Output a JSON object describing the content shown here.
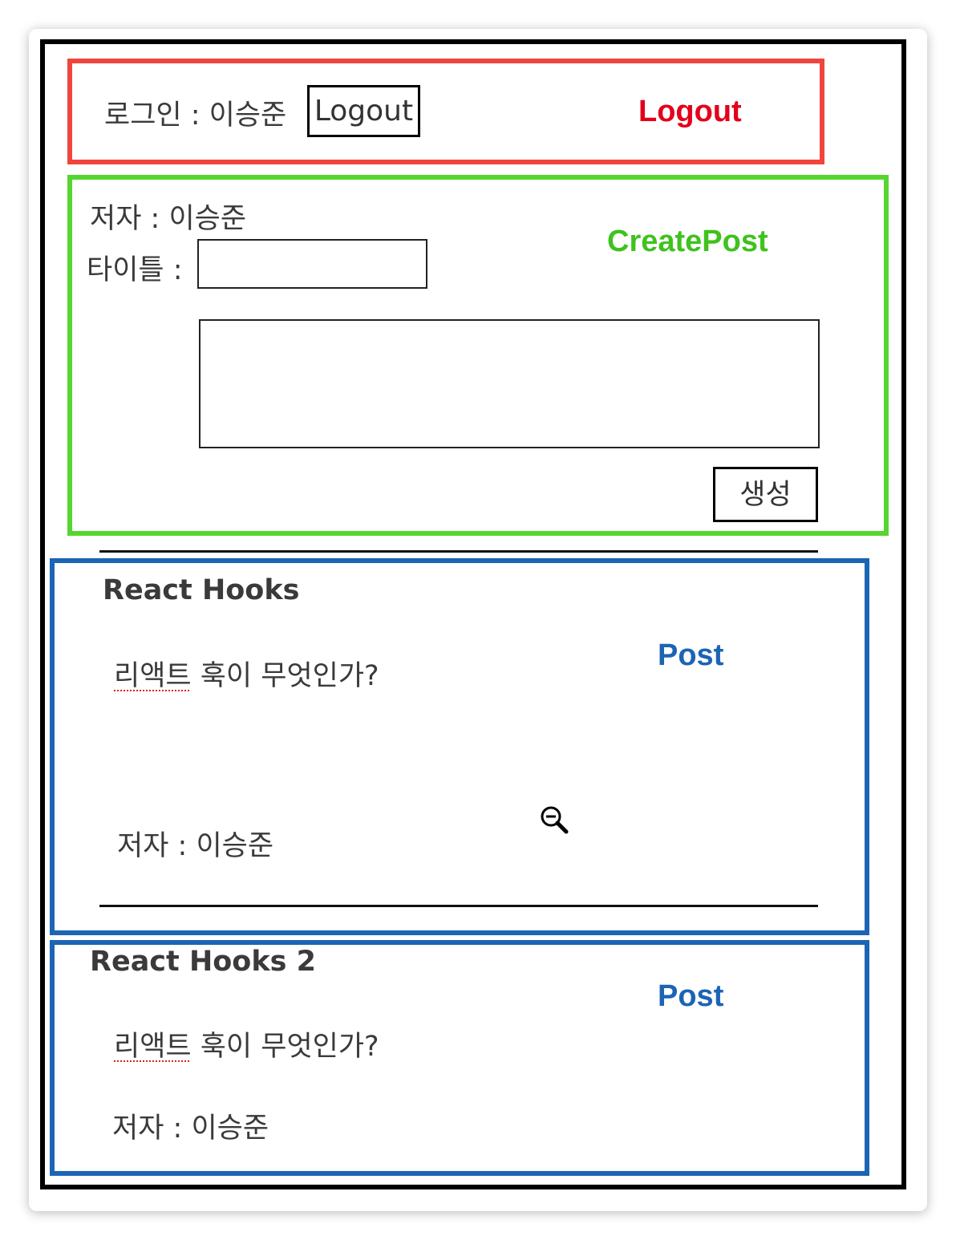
{
  "colors": {
    "logout_box": "#f0453c",
    "create_post_box": "#55d62e",
    "post_box": "#1c64b4",
    "logout_label": "#e3001b",
    "create_post_label": "#3ec21d",
    "post_label": "#1c64b4"
  },
  "logout_section": {
    "login_text": "로그인 : 이승준",
    "logout_button": "Logout",
    "label": "Logout"
  },
  "create_post_section": {
    "author_text": "저자 : 이승준",
    "title_label": "타이틀 :",
    "title_value": "",
    "content_value": "",
    "create_button": "생성",
    "label": "CreatePost"
  },
  "posts": [
    {
      "title": "React Hooks",
      "body_word": "리액트",
      "body_rest": " 훅이 무엇인가?",
      "author": "저자 : 이승준",
      "label": "Post"
    },
    {
      "title": "React Hooks 2",
      "body_word": "리액트",
      "body_rest": " 훅이 무엇인가?",
      "author": "저자 : 이승준",
      "label": "Post"
    }
  ],
  "icons": {
    "cursor": "zoom-out-icon"
  }
}
